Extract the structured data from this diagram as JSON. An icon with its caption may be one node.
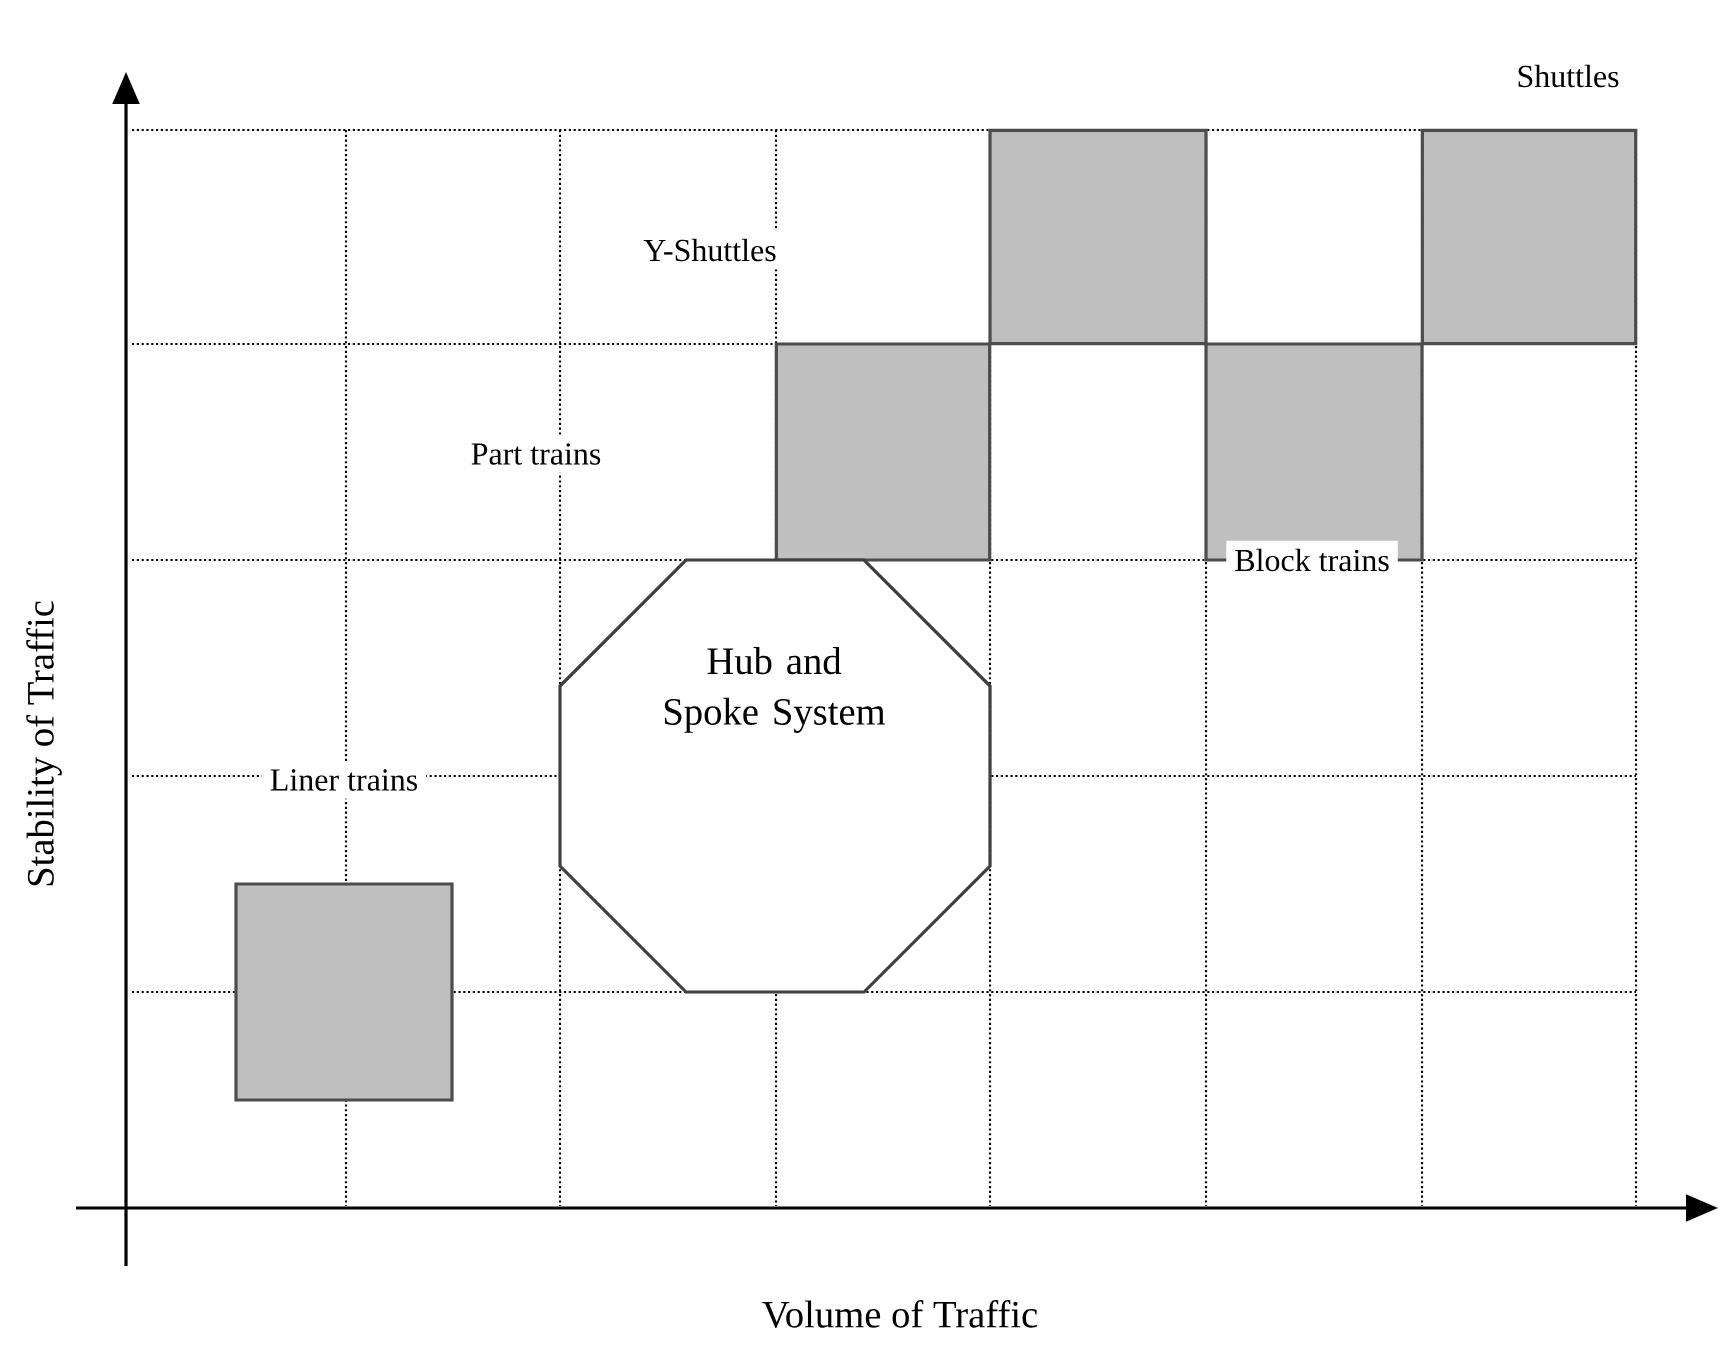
{
  "diagram": {
    "nodes": [
      {
        "text": [],
        "shape": "box"
      },
      {
        "text": [],
        "shape": "box"
      },
      {
        "text": [],
        "shape": "box"
      },
      {
        "text": [],
        "shape": "box"
      },
      {
        "text": [
          "Hub and Spoke System"
        ]
      },
      {
        "text": [],
        "shape": "box"
      }
    ],
    "edges": [],
    "labels": [
      "Shuttles",
      "Y-Shuttles",
      "Part trains",
      "Block trains",
      "Liner trains",
      "Stability of Traffic",
      "Volume of Traffic"
    ]
  }
}
